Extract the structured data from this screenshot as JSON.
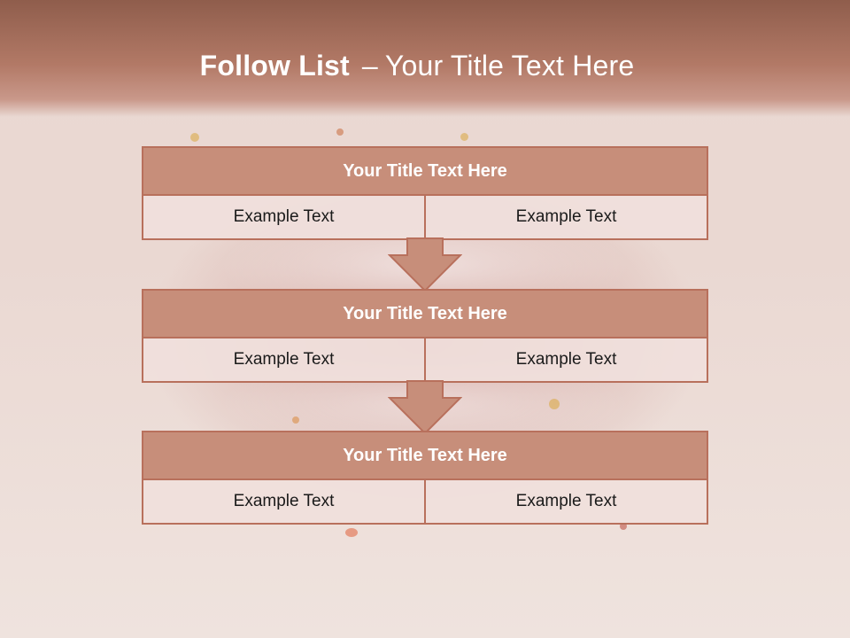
{
  "title": {
    "bold": "Follow List",
    "separator": "–",
    "rest": "Your Title Text Here"
  },
  "blocks": [
    {
      "title": "Your Title Text Here",
      "cells": [
        "Example Text",
        "Example Text"
      ]
    },
    {
      "title": "Your Title Text Here",
      "cells": [
        "Example Text",
        "Example Text"
      ]
    },
    {
      "title": "Your Title Text Here",
      "cells": [
        "Example Text",
        "Example Text"
      ]
    }
  ],
  "colors": {
    "header": "#b27966",
    "block_fill": "#c78e7a",
    "block_border": "#b8705c",
    "cell_fill": "#f0e0dc"
  }
}
